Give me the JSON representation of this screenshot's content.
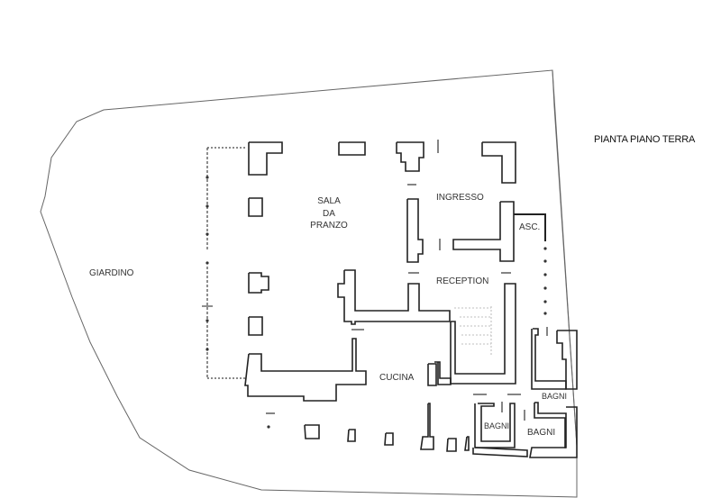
{
  "plan": {
    "title": "PIANTA PIANO TERRA",
    "rooms": {
      "garden": "GIARDINO",
      "dining_line1": "SALA",
      "dining_line2": "DA",
      "dining_line3": "PRANZO",
      "entrance": "INGRESSO",
      "elevator": "ASC.",
      "reception": "RECEPTION",
      "kitchen": "CUCINA",
      "bath_right": "BAGNI",
      "bath_left": "BAGNI",
      "bath_lower_right": "BAGNI"
    },
    "colors": {
      "wall": "#222222",
      "boundary": "#555555",
      "background": "#ffffff"
    }
  }
}
